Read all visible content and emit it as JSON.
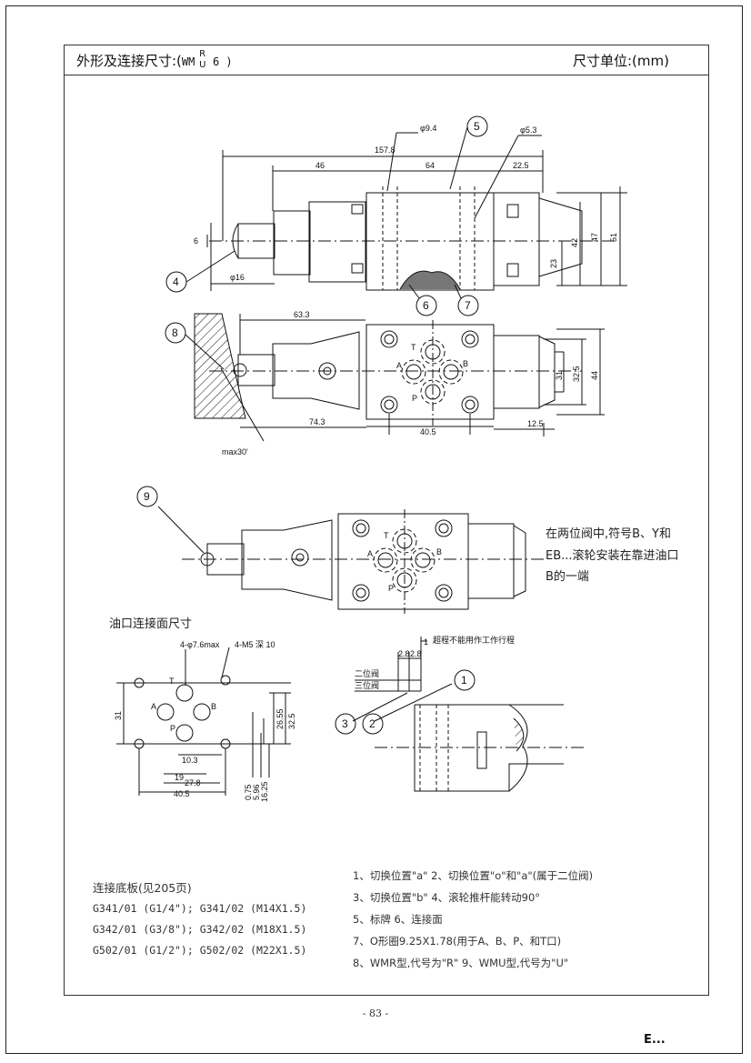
{
  "header": {
    "title": "外形及连接尺寸:(",
    "model_prefix": "WM",
    "model_r": "R",
    "model_u": "U",
    "model_suffix": "6 )",
    "unit": "尺寸单位:(mm)"
  },
  "callouts": {
    "c1": "1",
    "c2": "2",
    "c3": "3",
    "c4": "4",
    "c5": "5",
    "c6": "6",
    "c7": "7",
    "c8": "8",
    "c9": "9"
  },
  "dimensions": {
    "phi94": "φ9.4",
    "phi53": "φ5.3",
    "d1578": "157.8",
    "d46": "46",
    "d64": "64",
    "d225": "22.5",
    "d6": "6",
    "phi16": "φ16",
    "d23": "23",
    "d42": "42",
    "d47": "47",
    "d51": "51",
    "d633": "63.3",
    "d743": "74.3",
    "d405": "40.5",
    "d125": "12.5",
    "d31": "31",
    "d325": "32.5",
    "d44": "44",
    "max30": "max30'",
    "hole4": "4-φ7.6max",
    "m5": "4-M5  深 10",
    "b31": "31",
    "b2655": "26.55",
    "b325": "32.5",
    "b103": "10.3",
    "b19": "19",
    "b278": "27.8",
    "b405": "40.5",
    "b075": "0.75",
    "b596": "5.96",
    "b1625": "16.25",
    "s28a": "2.8",
    "s28b": "2.8",
    "s1": "1",
    "stroke_note": "超程不能用作工作行程",
    "two_pos": "二位阀",
    "three_pos": "三位阀"
  },
  "ports": {
    "T": "T",
    "A": "A",
    "B": "B",
    "P": "P"
  },
  "note": "在两位阀中,符号B、Y和EB...滚轮安装在靠进油口B的一端",
  "oil_port_caption": "油口连接面尺寸",
  "base_plates": {
    "title": "连接底板(见205页)",
    "rows": [
      "G341/01 (G1/4\"); G341/02 (M14X1.5)",
      "G342/01 (G3/8\"); G342/02 (M18X1.5)",
      "G502/01 (G1/2\"); G502/02 (M22X1.5)"
    ]
  },
  "legend": [
    "1、切换位置\"a\"    2、切换位置\"o\"和\"a\"(属于二位阀)",
    "3、切换位置\"b\"    4、滚轮推杆能转动90°",
    "5、标牌              6、连接面",
    "7、O形圈9.25X1.78(用于A、B、P、和T口)",
    "8、WMR型,代号为\"R\"    9、WMU型,代号为\"U\""
  ],
  "page_number": "- 83 -",
  "logo_text": "E..."
}
